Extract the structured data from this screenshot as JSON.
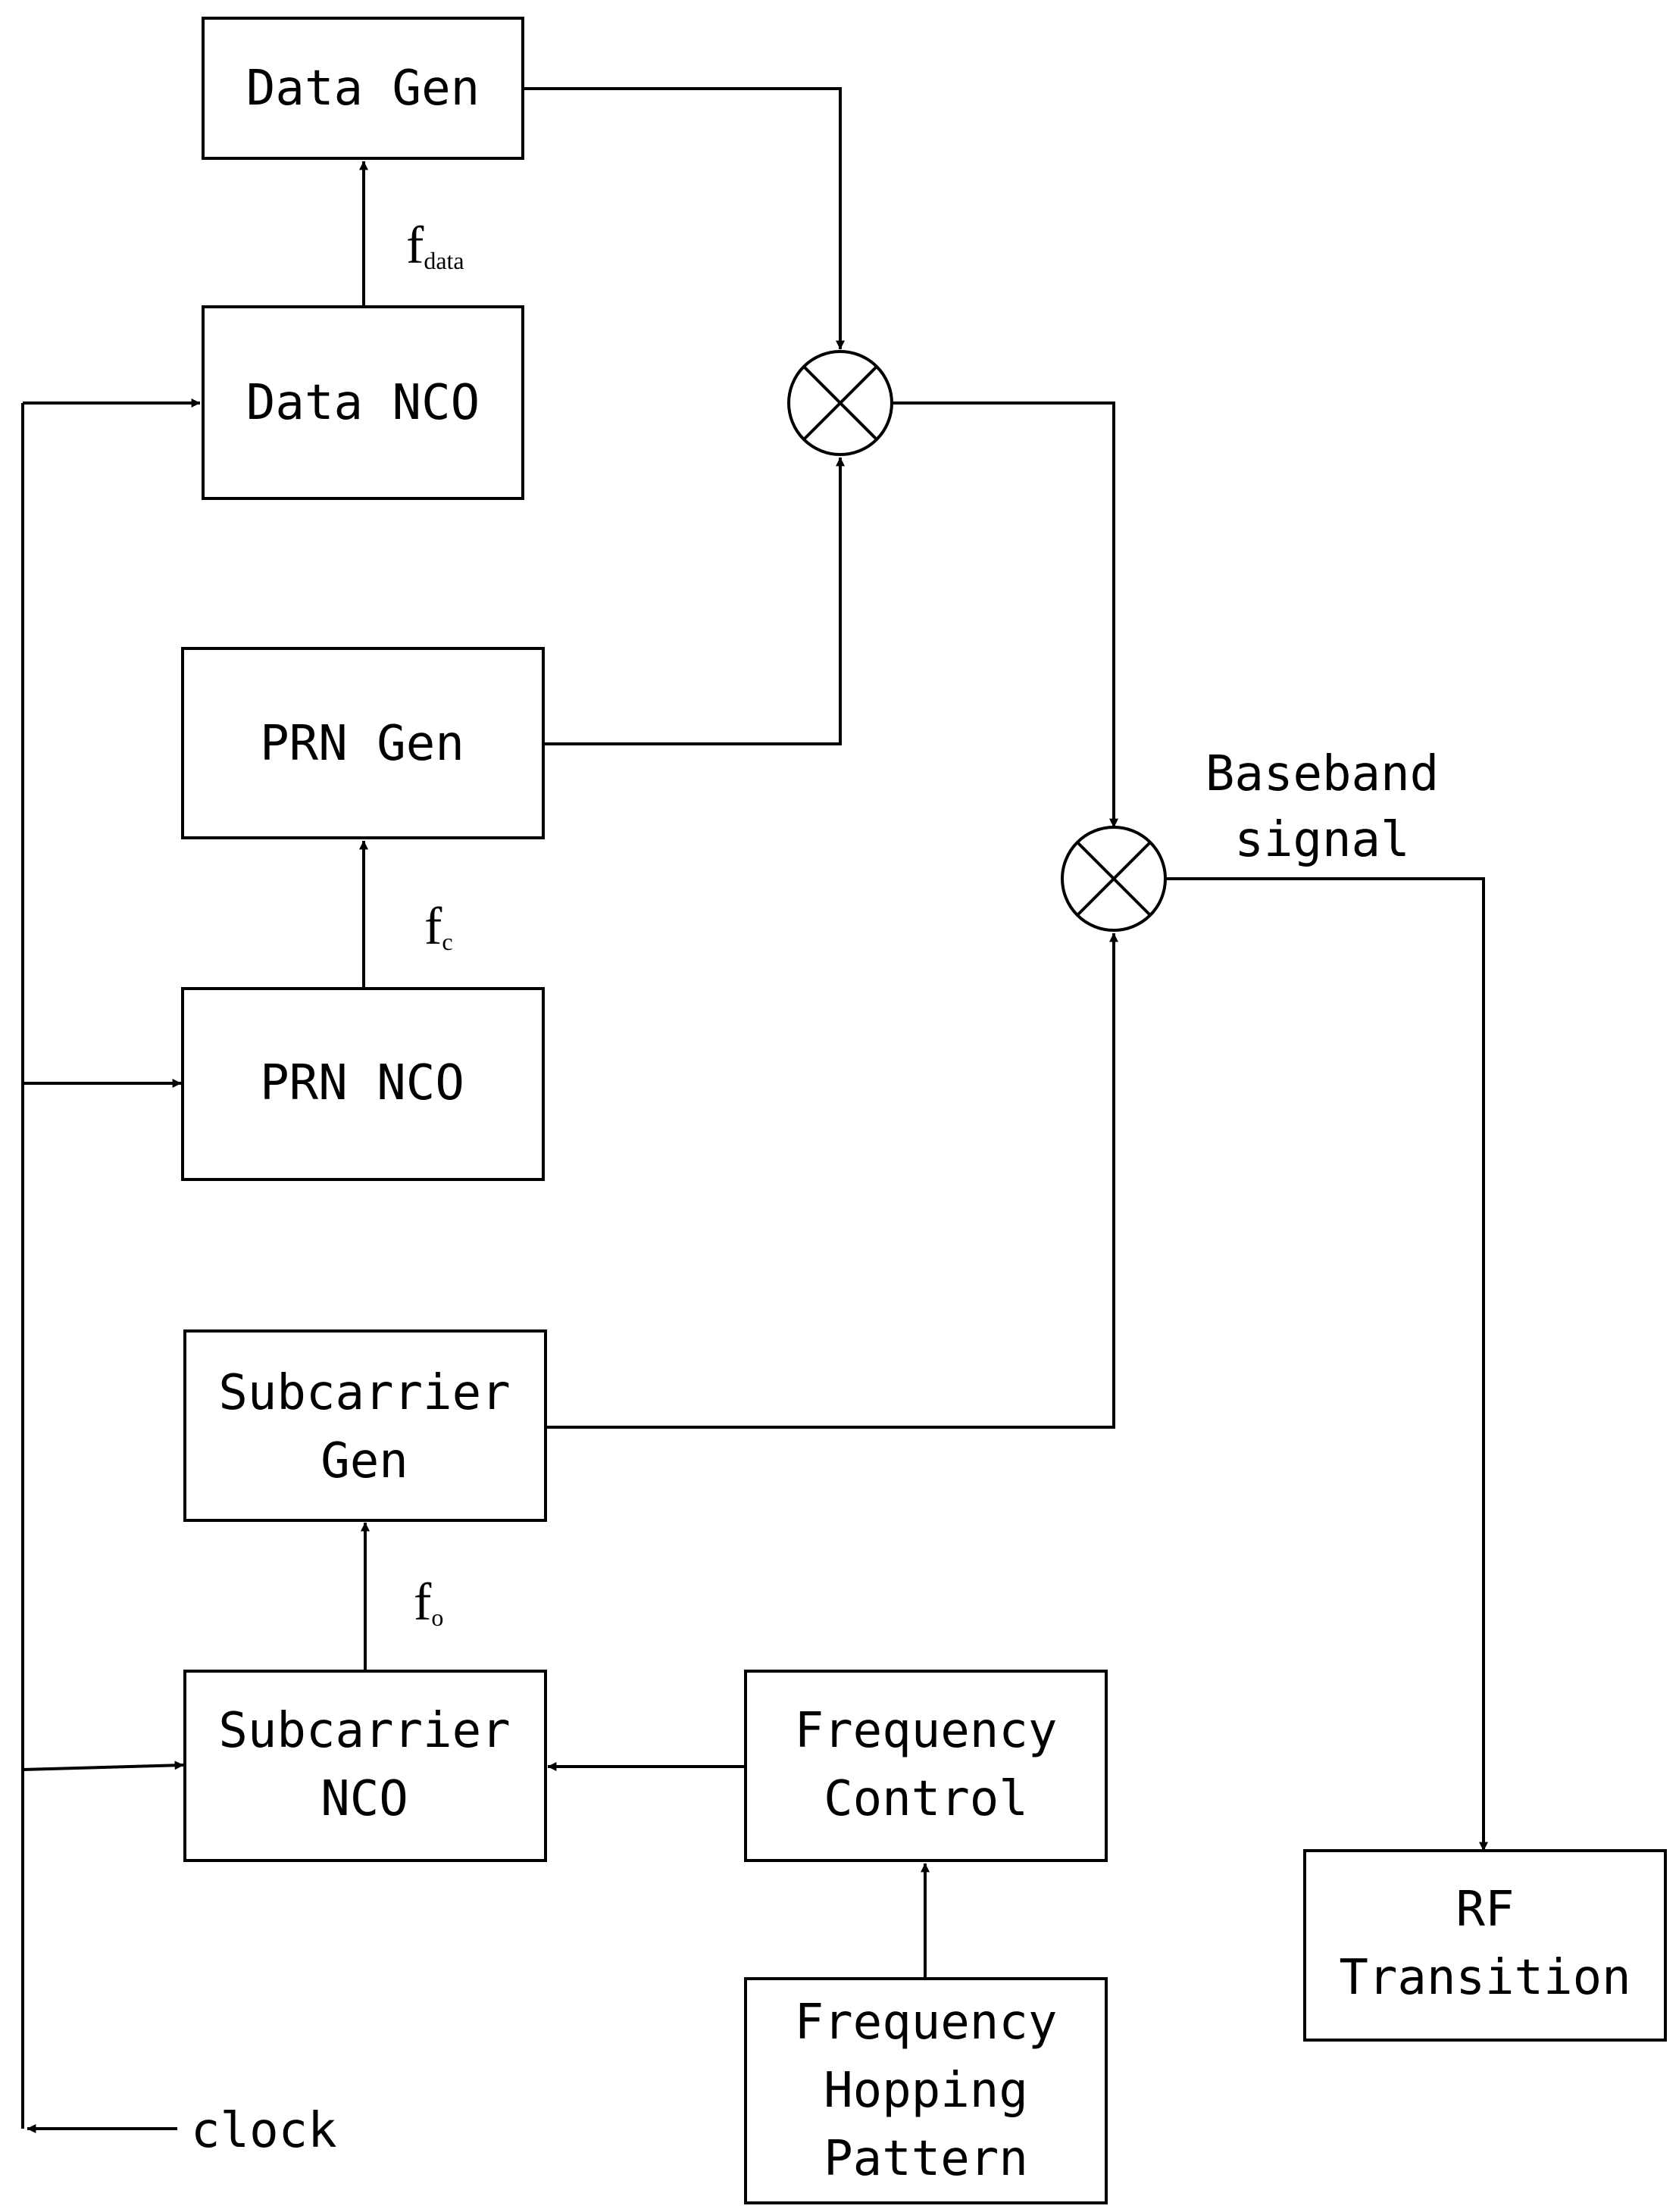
{
  "blocks": {
    "data_gen": [
      "Data Gen"
    ],
    "data_nco": [
      "Data NCO"
    ],
    "prn_gen": [
      "PRN Gen"
    ],
    "prn_nco": [
      "PRN NCO"
    ],
    "subcarrier_gen": [
      "Subcarrier",
      "Gen"
    ],
    "subcarrier_nco": [
      "Subcarrier",
      "NCO"
    ],
    "frequency_control": [
      "Frequency",
      "Control"
    ],
    "frequency_hopping_pattern": [
      "Frequency",
      "Hopping",
      "Pattern"
    ],
    "rf_transition": [
      "RF",
      "Transition"
    ]
  },
  "signals": {
    "f_data": {
      "base": "f",
      "sub": "data"
    },
    "f_c": {
      "base": "f",
      "sub": "c"
    },
    "f_o": {
      "base": "f",
      "sub": "o"
    }
  },
  "labels": {
    "baseband_line1": "Baseband",
    "baseband_line2": "signal",
    "clock": "clock"
  },
  "colors": {
    "stroke": "#000000",
    "background": "#ffffff"
  }
}
